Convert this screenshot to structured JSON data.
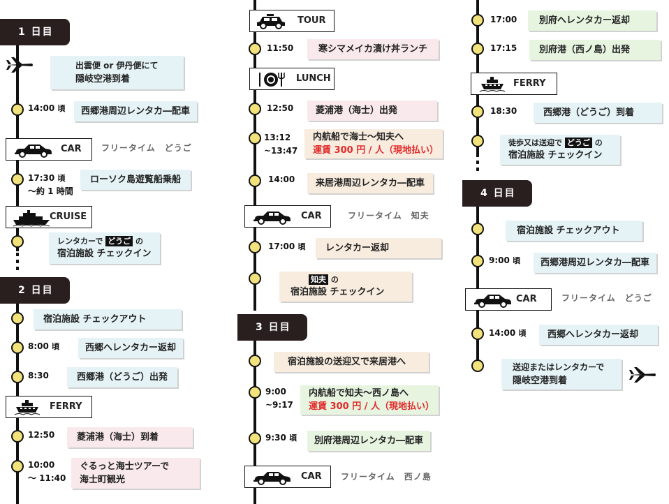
{
  "day1": {
    "label": "1 日目",
    "e1": {
      "l1": "出雲便 or 伊丹便にて",
      "l2": "隠岐空港到着"
    },
    "e2": {
      "time": "14:00",
      "suffix": "頃",
      "text": "西郷港周辺レンタカ―配車"
    },
    "car": {
      "label": "CAR",
      "note": "フリータイム　どうご"
    },
    "e3": {
      "time": "17:30",
      "suffix": "頃",
      "time2": "～約 1 時間",
      "text": "ローソク島遊覧船乗船"
    },
    "cruise": {
      "label": "CRUISE"
    },
    "e4": {
      "pre": "レンタカーで",
      "tag": "どうご",
      "post": "の",
      "l2": "宿泊施設 チェックイン"
    }
  },
  "day2": {
    "label": "2 日目",
    "e1": {
      "text": "宿泊施設 チェックアウト"
    },
    "e2": {
      "time": "8:00",
      "suffix": "頃",
      "text": "西郷へレンタカー返却"
    },
    "e3": {
      "time": "8:30",
      "text": "西郷港（どうご）出発"
    },
    "ferry": {
      "label": "FERRY"
    },
    "e4": {
      "time": "12:50",
      "text": "菱浦港（海士）到着"
    },
    "e5": {
      "time": "10:00",
      "time2": "～ 11:40",
      "l1": "ぐるっと海士ツアーで",
      "l2": "海士町観光"
    },
    "tour": {
      "label": "TOUR"
    },
    "e6": {
      "time": "11:50",
      "text": "寒シマメイカ漬け丼ランチ"
    },
    "lunch": {
      "label": "LUNCH"
    },
    "e7": {
      "time": "12:50",
      "text": "菱浦港（海士）出発"
    },
    "e8": {
      "time": "13:12",
      "time2": "~13:47",
      "l1": "内航船で海士～知夫へ",
      "l2": "運賃 300 円 / 人（現地払い）"
    },
    "e9": {
      "time": "14:00",
      "text": "来居港周辺レンタカ―配車"
    },
    "car": {
      "label": "CAR",
      "note": "フリータイム　知夫"
    },
    "e10": {
      "time": "17:00",
      "suffix": "頃",
      "text": "レンタカー返却"
    },
    "e11": {
      "tag": "知夫",
      "post": "の",
      "l2": "宿泊施設 チェックイン"
    }
  },
  "day3": {
    "label": "3 日目",
    "e1": {
      "text": "宿泊施設の送迎又で来居港へ"
    },
    "e2": {
      "time": "9:00",
      "time2": "~9:17",
      "l1": "内航船で知夫～西ノ島へ",
      "l2": "運賃 300 円 / 人（現地払い）"
    },
    "e3": {
      "time": "9:30",
      "suffix": "頃",
      "text": "別府港周辺レンタカ―配車"
    },
    "car": {
      "label": "CAR",
      "note": "フリータイム　西ノ島"
    },
    "e4": {
      "time": "17:00",
      "text": "別府へレンタカー返却"
    },
    "e5": {
      "time": "17:15",
      "text": "別府港（西ノ島）出発"
    },
    "ferry": {
      "label": "FERRY"
    },
    "e6": {
      "time": "18:30",
      "text": "西郷港（どうご）到着"
    },
    "e7": {
      "pre": "徒歩又は送迎で",
      "tag": "どうご",
      "post": "の",
      "l2": "宿泊施設 チェックイン"
    }
  },
  "day4": {
    "label": "4 日目",
    "e1": {
      "text": "宿泊施設 チェックアウト"
    },
    "e2": {
      "time": "9:00",
      "suffix": "頃",
      "text": "西郷港周辺レンタカ―配車"
    },
    "car": {
      "label": "CAR",
      "note": "フリータイム　どうご"
    },
    "e3": {
      "time": "14:00",
      "suffix": "頃",
      "text": "西郷へレンタカー返却"
    },
    "e4": {
      "l1": "送迎またはレンタカーで",
      "l2": "隠岐空港到着"
    }
  },
  "colors": {
    "dot": "#f2e27c",
    "blue": "#e5f3f6",
    "pink": "#f9e9ec",
    "beige": "#f8ecdf",
    "green": "#e7f4e0",
    "dark": "#2a1f1f",
    "red": "#e22a2a"
  },
  "icons": [
    "airplane-icon",
    "car-icon",
    "ship-icon",
    "ferry-icon",
    "taxi-icon",
    "lunch-icon"
  ]
}
